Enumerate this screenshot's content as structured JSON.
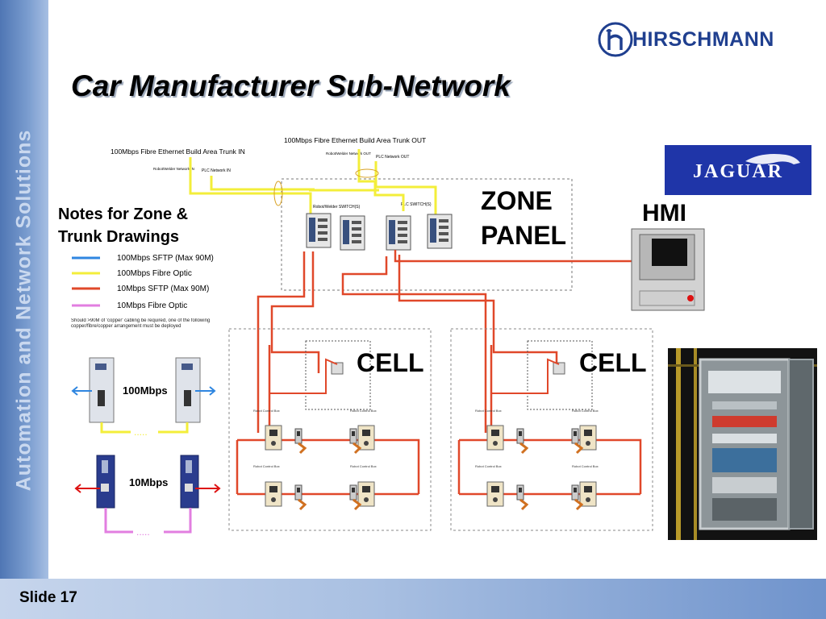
{
  "slide": {
    "title": "Car Manufacturer Sub-Network",
    "side_text": "Automation and Network Solutions",
    "slide_number": "Slide 17",
    "brand": "HIRSCHMANN"
  },
  "logo_label": "JAGUAR",
  "diagram": {
    "trunk_in": "100Mbps Fibre Ethernet Build Area Trunk IN",
    "trunk_out": "100Mbps Fibre Ethernet Build Area Trunk OUT",
    "robot_in": "Robot/Welder Network IN",
    "plc_in": "PLC Network IN",
    "robot_out": "Robot/Welder Network OUT",
    "plc_out": "PLC Network OUT",
    "robot_switch": "Robot/Welder SWITCH(S)",
    "plc_switch": "PLC SWITCH(S)",
    "zone_line1": "ZONE",
    "zone_line2": "PANEL",
    "hmi": "HMI",
    "cell_label": "CELL",
    "notes_line1": "Notes for Zone &",
    "notes_line2": "Trunk Drawings",
    "legend": [
      {
        "label": "100Mbps SFTP (Max 90M)",
        "color": "#2f86e0"
      },
      {
        "label": "100Mbps Fibre Optic",
        "color": "#f3ee3a"
      },
      {
        "label": "10Mbps SFTP (Max 90M)",
        "color": "#e0482a"
      },
      {
        "label": "10Mbps Fibre Optic",
        "color": "#e27ee0"
      }
    ],
    "note": "Should >90M of 'copper' cabling be required, one of the following copper/fibre/copper arrangement must be deployed",
    "speed_100": "100Mbps",
    "speed_10": "10Mbps"
  },
  "colors": {
    "cable_blue": "#2f86e0",
    "cable_yellow": "#f3ee3a",
    "cable_orange": "#e0482a",
    "cable_pink": "#e27ee0"
  }
}
